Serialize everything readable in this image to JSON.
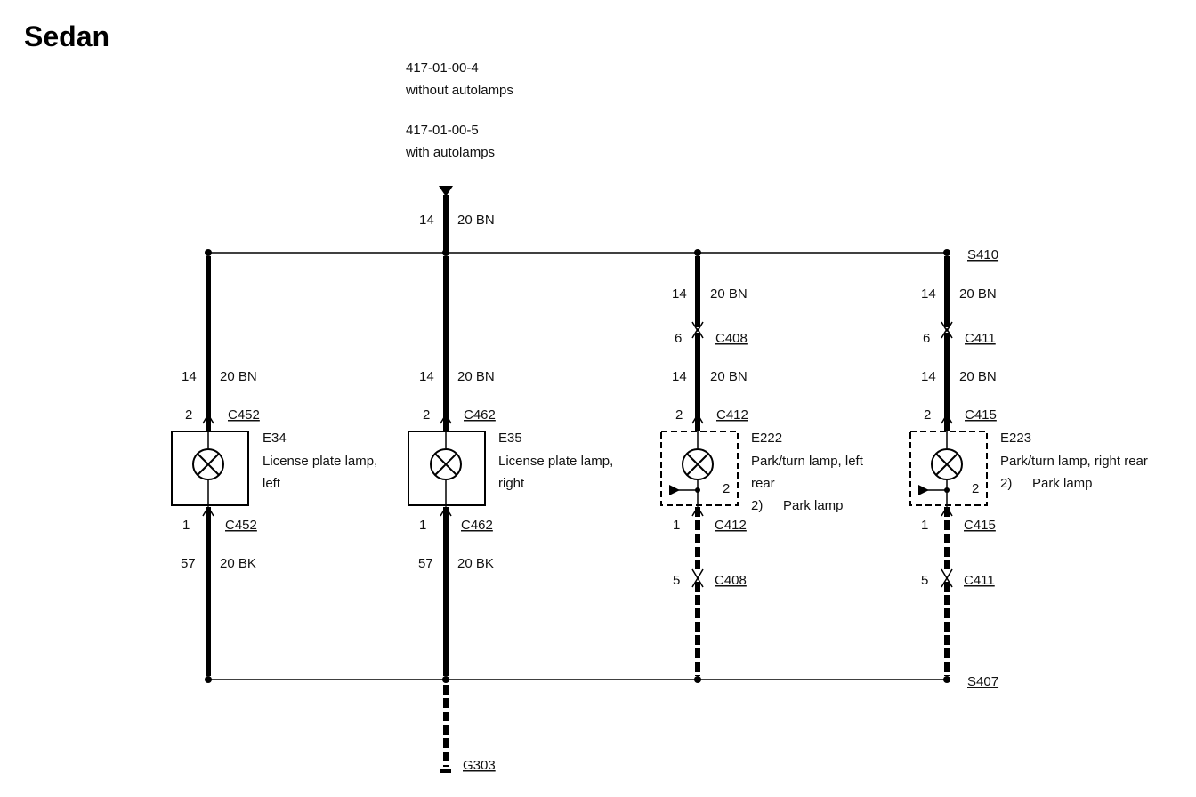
{
  "title": "Sedan",
  "source_refs": [
    {
      "code": "417-01-00-4",
      "note": "without autolamps"
    },
    {
      "code": "417-01-00-5",
      "note": "with autolamps"
    }
  ],
  "feed_wire": {
    "circuit": "14",
    "spec": "20 BN"
  },
  "splices": {
    "top": "S410",
    "bottom": "S407"
  },
  "ground": "G303",
  "branches": [
    {
      "id": "E34",
      "lamp_name": [
        "License plate lamp,",
        "left"
      ],
      "upper_wire": {
        "circuit": "14",
        "spec": "20 BN"
      },
      "pin_in": {
        "pin": "2",
        "connector": "C452"
      },
      "pin_out": {
        "pin": "1",
        "connector": "C452"
      },
      "lower_wire": {
        "circuit": "57",
        "spec": "20 BK"
      }
    },
    {
      "id": "E35",
      "lamp_name": [
        "License plate lamp,",
        "right"
      ],
      "upper_wire": {
        "circuit": "14",
        "spec": "20 BN"
      },
      "pin_in": {
        "pin": "2",
        "connector": "C462"
      },
      "pin_out": {
        "pin": "1",
        "connector": "C462"
      },
      "lower_wire": {
        "circuit": "57",
        "spec": "20 BK"
      }
    },
    {
      "id": "E222",
      "lamp_name": [
        "Park/turn lamp, left",
        "rear"
      ],
      "function": {
        "num": "2)",
        "label": "Park lamp"
      },
      "inner_pin": "2",
      "splice_wire": {
        "circuit": "14",
        "spec": "20 BN"
      },
      "inline_in": {
        "pin": "6",
        "connector": "C408"
      },
      "upper_wire": {
        "circuit": "14",
        "spec": "20 BN"
      },
      "pin_in": {
        "pin": "2",
        "connector": "C412"
      },
      "pin_out": {
        "pin": "1",
        "connector": "C412"
      },
      "inline_out": {
        "pin": "5",
        "connector": "C408"
      }
    },
    {
      "id": "E223",
      "lamp_name": [
        "Park/turn lamp, right rear"
      ],
      "function": {
        "num": "2)",
        "label": "Park lamp"
      },
      "inner_pin": "2",
      "splice_wire": {
        "circuit": "14",
        "spec": "20 BN"
      },
      "inline_in": {
        "pin": "6",
        "connector": "C411"
      },
      "upper_wire": {
        "circuit": "14",
        "spec": "20 BN"
      },
      "pin_in": {
        "pin": "2",
        "connector": "C415"
      },
      "pin_out": {
        "pin": "1",
        "connector": "C415"
      },
      "inline_out": {
        "pin": "5",
        "connector": "C411"
      }
    }
  ]
}
